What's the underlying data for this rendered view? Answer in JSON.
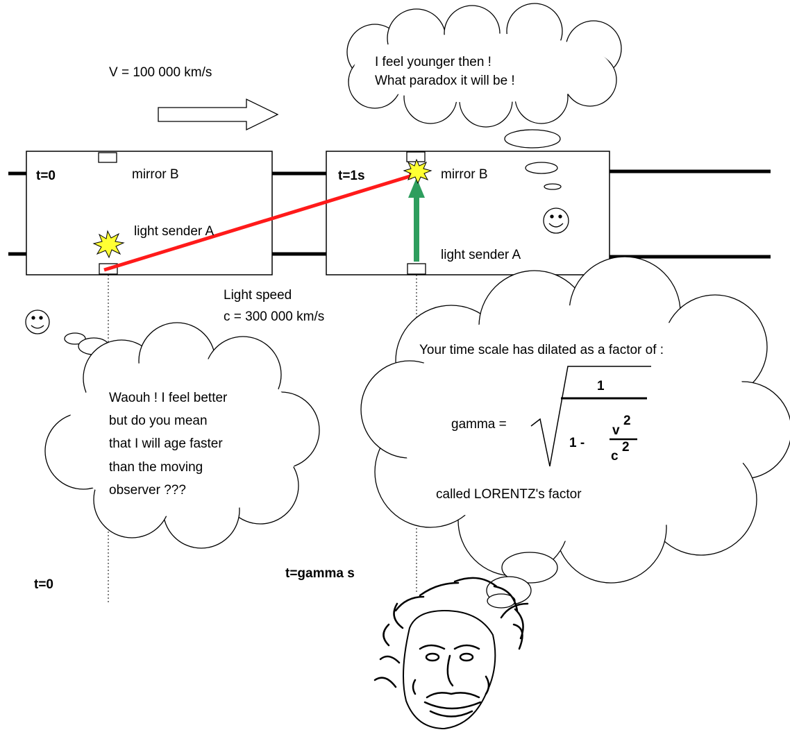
{
  "velocity_label": "V = 100 000 km/s",
  "moving_thought": [
    "I feel younger then !",
    "What paradox it will be !"
  ],
  "left_car": {
    "time": "t=0",
    "mirror": "mirror B",
    "sender": "light sender A"
  },
  "right_car": {
    "time": "t=1s",
    "mirror": "mirror B",
    "sender": "light sender A"
  },
  "light_speed": [
    "Light speed",
    "c = 300 000 km/s"
  ],
  "observer_thought": [
    "Waouh ! I feel better",
    "but do you mean",
    "that I will age faster",
    "than the moving",
    "observer ???"
  ],
  "einstein_thought": {
    "intro": "Your time scale has dilated as a factor of :",
    "gamma_label": "gamma =",
    "numerator": "1",
    "one_minus": "1 -",
    "v_sq": "v",
    "c_sq": "c",
    "exp": "2",
    "outro": "called LORENTZ's factor"
  },
  "bottom_times": {
    "left": "t=0",
    "right": "t=gamma s"
  },
  "colors": {
    "light_path": "#ff1a1a",
    "vertical_beam": "#2e9e5e",
    "flash": "#ffff33"
  }
}
